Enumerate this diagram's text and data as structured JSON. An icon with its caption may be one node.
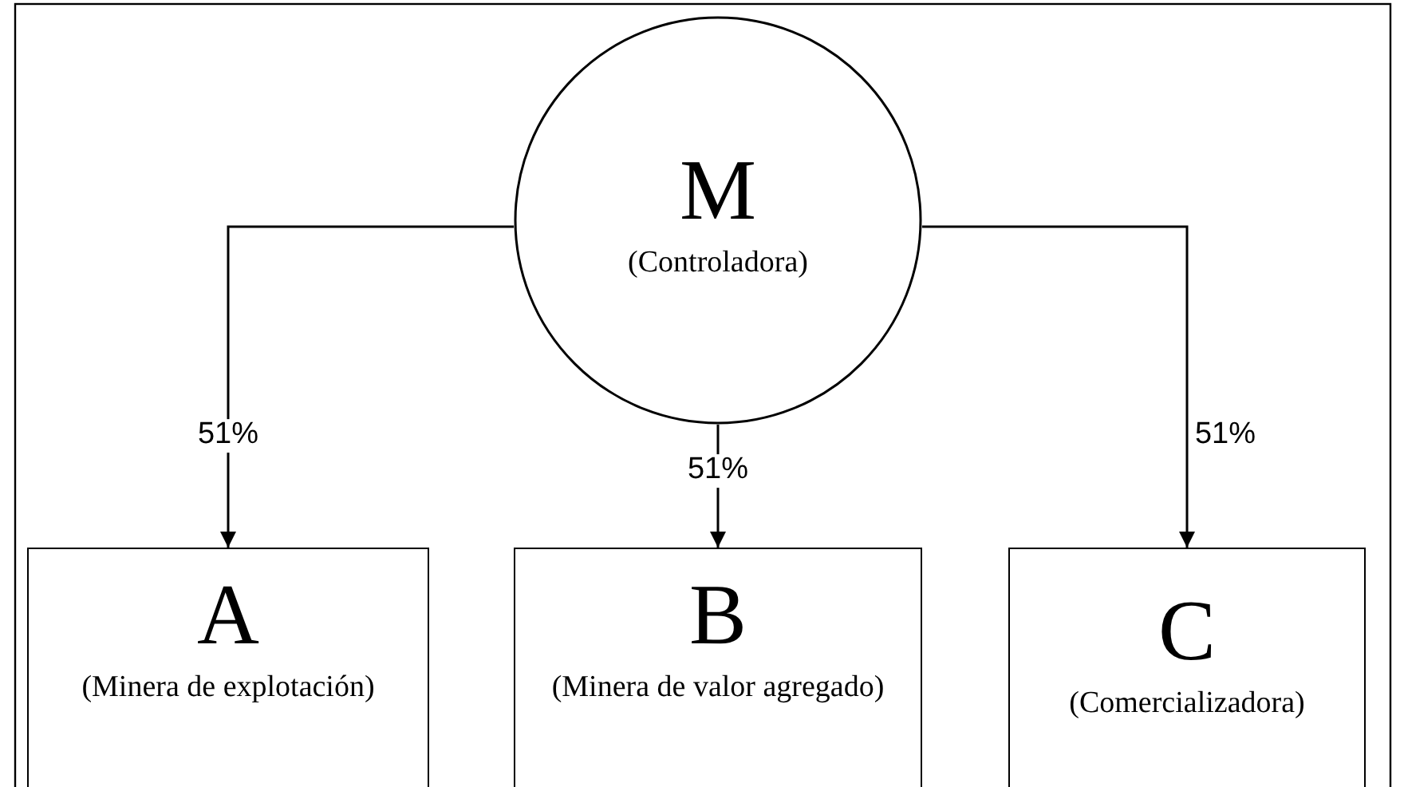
{
  "diagram": {
    "nodes": [
      {
        "text": [
          "M",
          "(Controladora)"
        ]
      },
      {
        "text": [
          "A",
          "(Minera de explotación)"
        ]
      },
      {
        "text": [
          "B",
          "(Minera de valor agregado)"
        ]
      },
      {
        "text": [
          "C",
          "(Comercializadora)"
        ]
      }
    ],
    "edges": [
      {
        "from": 0,
        "to": 1,
        "arrow": "to",
        "label": "51%"
      },
      {
        "from": 0,
        "to": 2,
        "arrow": "to",
        "label": "51%"
      },
      {
        "from": 0,
        "to": 3,
        "arrow": "to",
        "label": "51%"
      }
    ]
  }
}
